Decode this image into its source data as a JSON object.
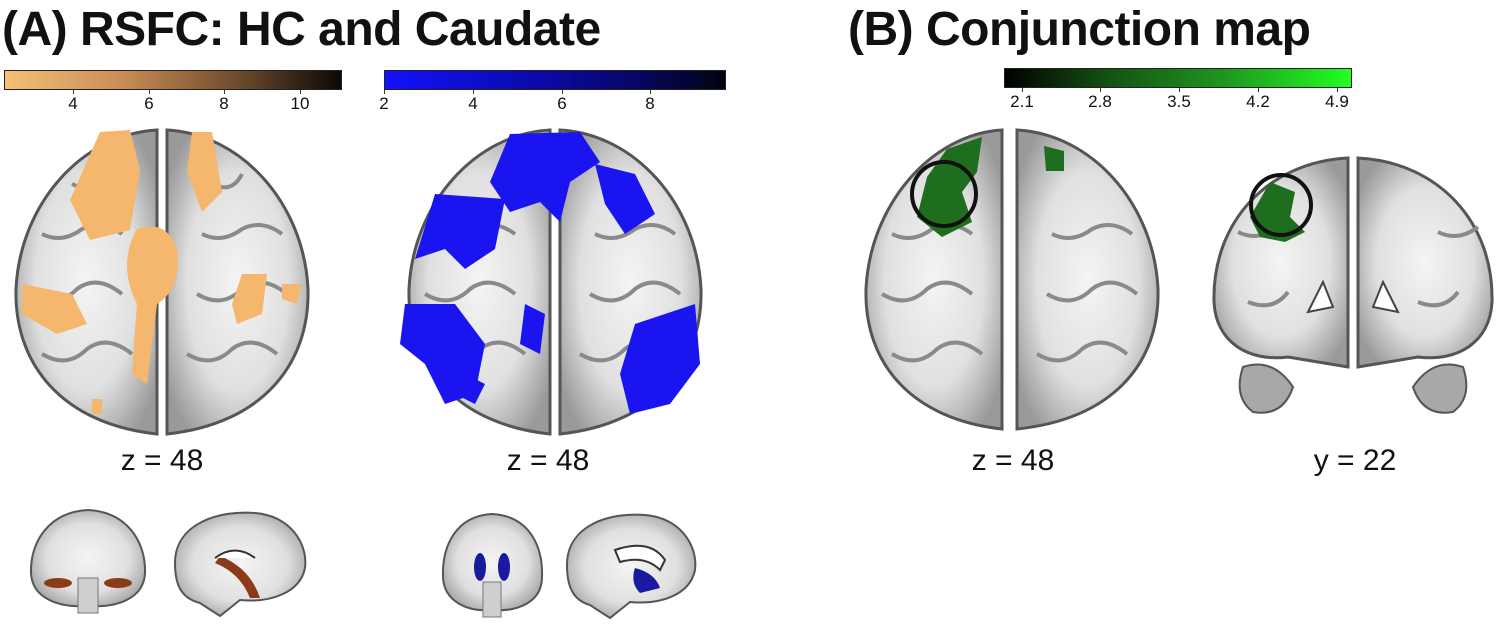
{
  "panel_a": {
    "title": "(A) RSFC: HC and Caudate",
    "colorbar_hc": {
      "ticks": [
        "4",
        "6",
        "8",
        "10"
      ],
      "colors": [
        "#f5c07a",
        "#1a1008"
      ]
    },
    "colorbar_caudate": {
      "ticks": [
        "2",
        "4",
        "6",
        "8"
      ],
      "colors": [
        "#1010ff",
        "#05051a"
      ]
    },
    "label_left": "z = 48",
    "label_right": "z = 48",
    "overlay_hc_color": "#f5b66e",
    "overlay_caudate_color": "#1a14f0",
    "seed_hc_color": "#8b3a1a",
    "seed_caudate_color": "#1a1aa0"
  },
  "panel_b": {
    "title": "(B) Conjunction map",
    "colorbar": {
      "ticks": [
        "2.1",
        "2.8",
        "3.5",
        "4.2",
        "4.9"
      ],
      "colors": [
        "#000000",
        "#20ff20"
      ]
    },
    "label_axial": "z = 48",
    "label_coronal": "y = 22",
    "overlay_color": "#1f6e1f"
  }
}
